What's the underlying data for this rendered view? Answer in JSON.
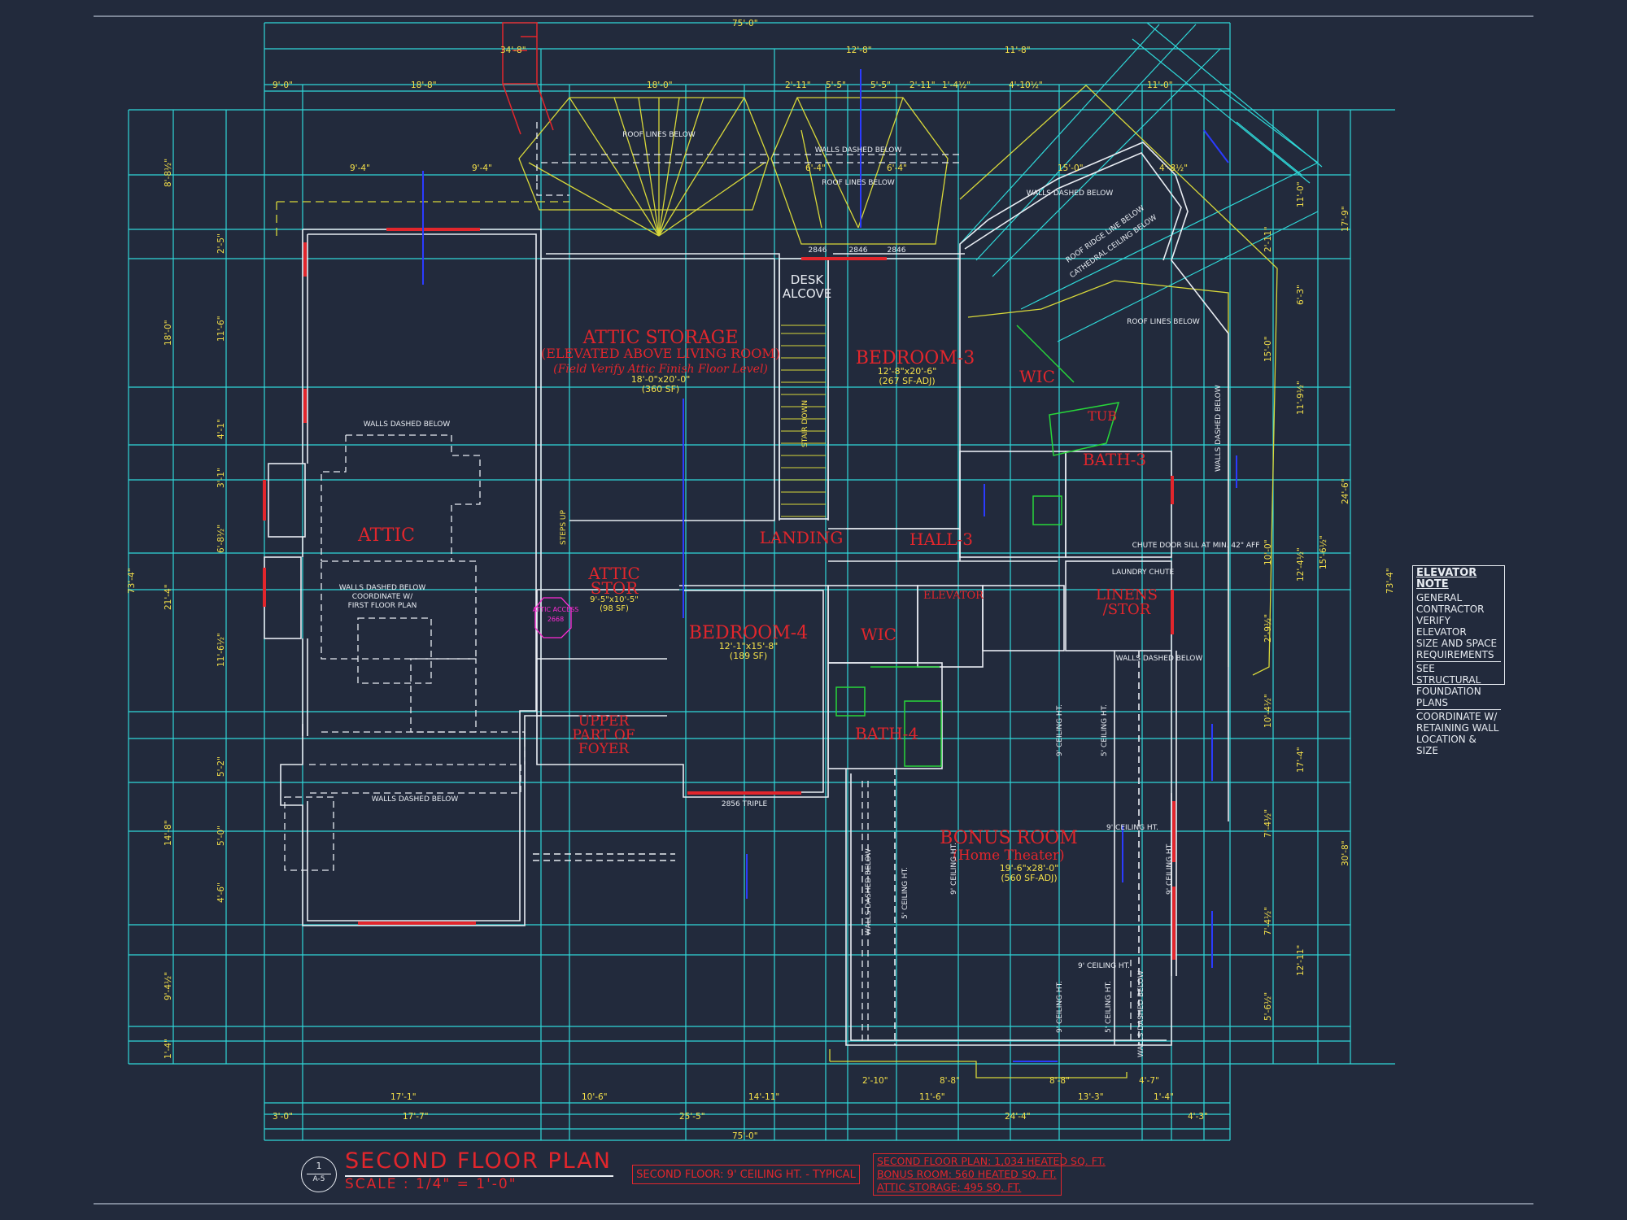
{
  "overall_dims": {
    "top": "75'-0\"",
    "bottom": "75'-0\"",
    "left": "73'-4\"",
    "right": "73'-4\""
  },
  "top_dims": [
    "34'-8\"",
    "12'-8\"",
    "11'-8\"",
    "9'-0\"",
    "18'-8\"",
    "18'-0\"",
    "2'-11\"",
    "5'-5\"",
    "5'-5\"",
    "2'-11\"",
    "1'-4½\"",
    "4'-10½\"",
    "11'-0\"",
    "9'-4\"",
    "9'-4\"",
    "6'-4\"",
    "6'-4\"",
    "15'-0\"",
    "4'-8½\""
  ],
  "bottom_dims": [
    "17'-1\"",
    "10'-6\"",
    "14'-11\"",
    "11'-6\"",
    "8'-8\"",
    "8'-8\"",
    "13'-3\"",
    "4'-7\"",
    "3'-0\"",
    "17'-7\"",
    "25'-5\"",
    "24'-4\"",
    "4'-3\"",
    "2'-10\"",
    "1'-4\""
  ],
  "left_dims": [
    "8'-8½\"",
    "2'-5\"",
    "18'-0\"",
    "11'-6\"",
    "4'-1\"",
    "3'-1\"",
    "6'-8½\"",
    "21'-4\"",
    "11'-6½\"",
    "5'-2\"",
    "14'-8\"",
    "5'-0\"",
    "4'-6\"",
    "9'-4½\"",
    "1'-4\""
  ],
  "right_dims": [
    "17'-9\"",
    "11'-0\"",
    "2'-11\"",
    "6'-3\"",
    "15'-0\"",
    "11'-9½\"",
    "24'-6\"",
    "10'-0\"",
    "12'-4½\"",
    "15'-6½\"",
    "2'-9½\"",
    "10'-4½\"",
    "17'-4\"",
    "7'-4½\"",
    "30'-8\"",
    "7'-4½\"",
    "12'-11\"",
    "5'-6½\""
  ],
  "rooms": {
    "attic": "ATTIC",
    "attic_storage": {
      "name": "ATTIC STORAGE",
      "sub1": "(ELEVATED ABOVE LIVING ROOM)",
      "sub2": "(Field Verify Attic Finish Floor Level)",
      "size": "18'-0\"x20'-0\"",
      "area": "(360 SF)"
    },
    "bedroom3": {
      "name": "BEDROOM-3",
      "size": "12'-8\"x20'-6\"",
      "area": "(267 SF-ADJ)"
    },
    "bedroom4": {
      "name": "BEDROOM-4",
      "size": "12'-1\"x15'-8\"",
      "area": "(189 SF)"
    },
    "attic_stor": {
      "name1": "ATTIC",
      "name2": "STOR",
      "size": "9'-5\"x10'-5\"",
      "area": "(98 SF)"
    },
    "bonus": {
      "name": "BONUS ROOM",
      "sub": "(Home Theater)",
      "size": "19'-6\"x28'-0\"",
      "area": "(560 SF-ADJ)"
    },
    "wic1": "WIC",
    "wic2": "WIC",
    "bath3": "BATH-3",
    "bath4": "BATH-4",
    "tub": "TUB",
    "landing": "LANDING",
    "hall": "HALL-3",
    "linens1": "LINENS",
    "linens2": "/STOR",
    "elevator": "ELEVATOR",
    "upper_foyer1": "UPPER",
    "upper_foyer2": "PART OF",
    "upper_foyer3": "FOYER",
    "desk1": "DESK",
    "desk2": "ALCOVE"
  },
  "notes": {
    "roof_lines_below": "ROOF LINES BELOW",
    "walls_dashed_below": "WALLS DASHED BELOW",
    "roof_ridge": "ROOF RIDGE LINE BELOW",
    "cathedral": "CATHEDRAL CEILING BELOW",
    "coordinate1": "WALLS DASHED BELOW",
    "coordinate2": "COORDINATE W/",
    "coordinate3": "FIRST FLOOR PLAN",
    "stair_down": "STAIR DOWN",
    "steps_up": "STEPS UP",
    "attic_access": "ATTIC ACCESS",
    "attic_access_size": "2668",
    "ceiling_9": "9' CEILING HT.",
    "ceiling_5": "5' CEILING HT.",
    "triple": "2856 TRIPLE",
    "w2846": "2846",
    "laundry": "LAUNDRY CHUTE",
    "chute_door": "CHUTE DOOR SILL AT MIN. 42\" AFF"
  },
  "elevator_note": {
    "title": "ELEVATOR NOTE",
    "lines": [
      "GENERAL CONTRACTOR",
      "VERIFY ELEVATOR",
      "SIZE AND SPACE",
      "REQUIREMENTS",
      "SEE STRUCTURAL",
      "FOUNDATION PLANS",
      "COORDINATE W/",
      "RETAINING WALL",
      "LOCATION & SIZE"
    ]
  },
  "title_block": {
    "detail_num": "1",
    "sheet": "A-5",
    "title": "SECOND FLOOR PLAN",
    "scale": "SCALE : 1/4\" = 1'-0\"",
    "ceiling_note": "SECOND FLOOR: 9' CEILING HT. - TYPICAL",
    "areas": [
      "SECOND FLOOR PLAN: 1,034 HEATED SQ. FT.",
      "BONUS ROOM: 560 HEATED SQ. FT.",
      "ATTIC STORAGE: 495 SQ. FT."
    ]
  },
  "colors": {
    "background": "#222a3c",
    "dimension": "#2fd8d8",
    "wall": "#e8ecf2",
    "room_label": "#e2262c",
    "roof": "#d8d83a",
    "blue": "#2b3bff",
    "magenta": "#ff2bd6",
    "green": "#27d63a"
  }
}
